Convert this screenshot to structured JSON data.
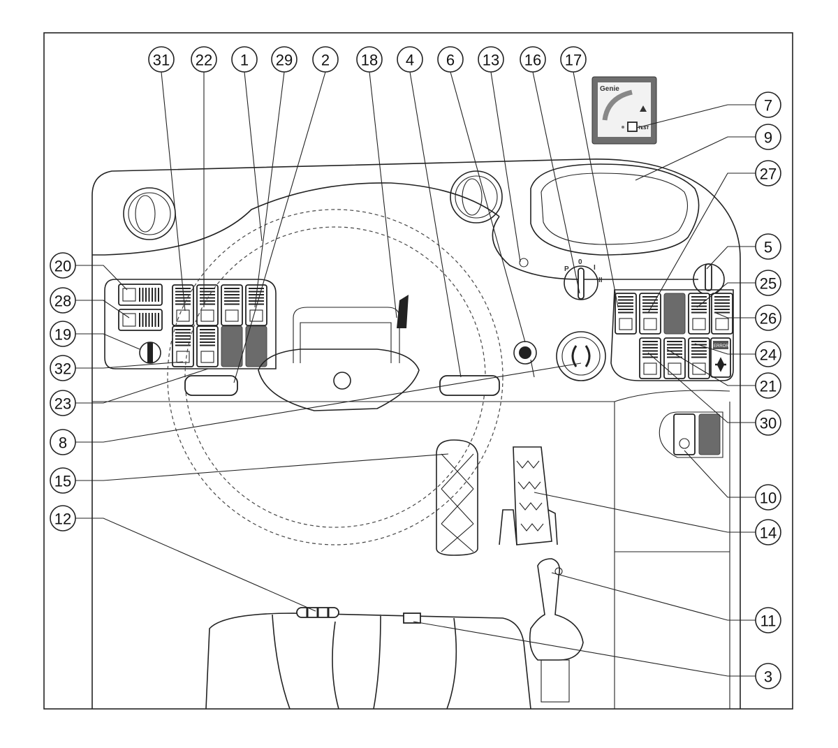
{
  "diagram": {
    "title": "Operator cab controls overview",
    "callouts": [
      "31",
      "22",
      "1",
      "29",
      "2",
      "18",
      "4",
      "6",
      "13",
      "16",
      "17",
      "7",
      "9",
      "27",
      "5",
      "25",
      "26",
      "24",
      "21",
      "30",
      "10",
      "14",
      "11",
      "3",
      "20",
      "28",
      "19",
      "32",
      "23",
      "8",
      "15",
      "12"
    ],
    "display_brand": "Genie",
    "display_test_label": "TEST",
    "error_label": "ERROR",
    "ignition_positions": [
      "P",
      "0",
      "I",
      "II"
    ]
  }
}
